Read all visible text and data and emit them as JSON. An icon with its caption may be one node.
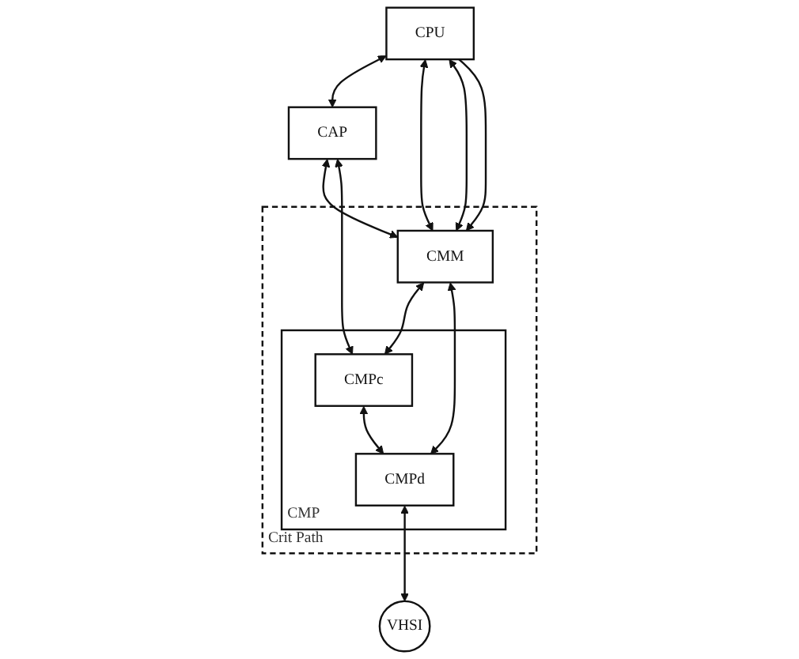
{
  "diagram": {
    "nodes": [
      {
        "text": [
          "CPU"
        ]
      },
      {
        "text": [
          "CAP"
        ]
      },
      {
        "text": [
          "Crit Path"
        ]
      },
      {
        "text": [
          "CMP"
        ],
        "in": 2
      },
      {
        "text": [
          "CMPc"
        ],
        "in": 3
      },
      {
        "text": [
          "CMM"
        ],
        "in": 2
      },
      {
        "text": [
          "CMPd"
        ],
        "in": 3
      },
      {
        "text": [
          "VHSI"
        ]
      }
    ],
    "edges": [
      {
        "from": 0,
        "to": 1,
        "arrow": "both"
      },
      {
        "from": 0,
        "to": 5,
        "arrow": "both"
      },
      {
        "from": 0,
        "to": 5,
        "arrow": "both"
      },
      {
        "from": 0,
        "to": 5,
        "arrow": "to"
      },
      {
        "from": 1,
        "to": 5,
        "arrow": "both"
      },
      {
        "from": 1,
        "to": 4,
        "arrow": "both"
      },
      {
        "from": 5,
        "to": 4,
        "arrow": "both"
      },
      {
        "from": 4,
        "to": 6,
        "arrow": "both"
      },
      {
        "from": 5,
        "to": 6,
        "arrow": "both"
      },
      {
        "from": 6,
        "to": 7,
        "arrow": "both"
      }
    ]
  }
}
